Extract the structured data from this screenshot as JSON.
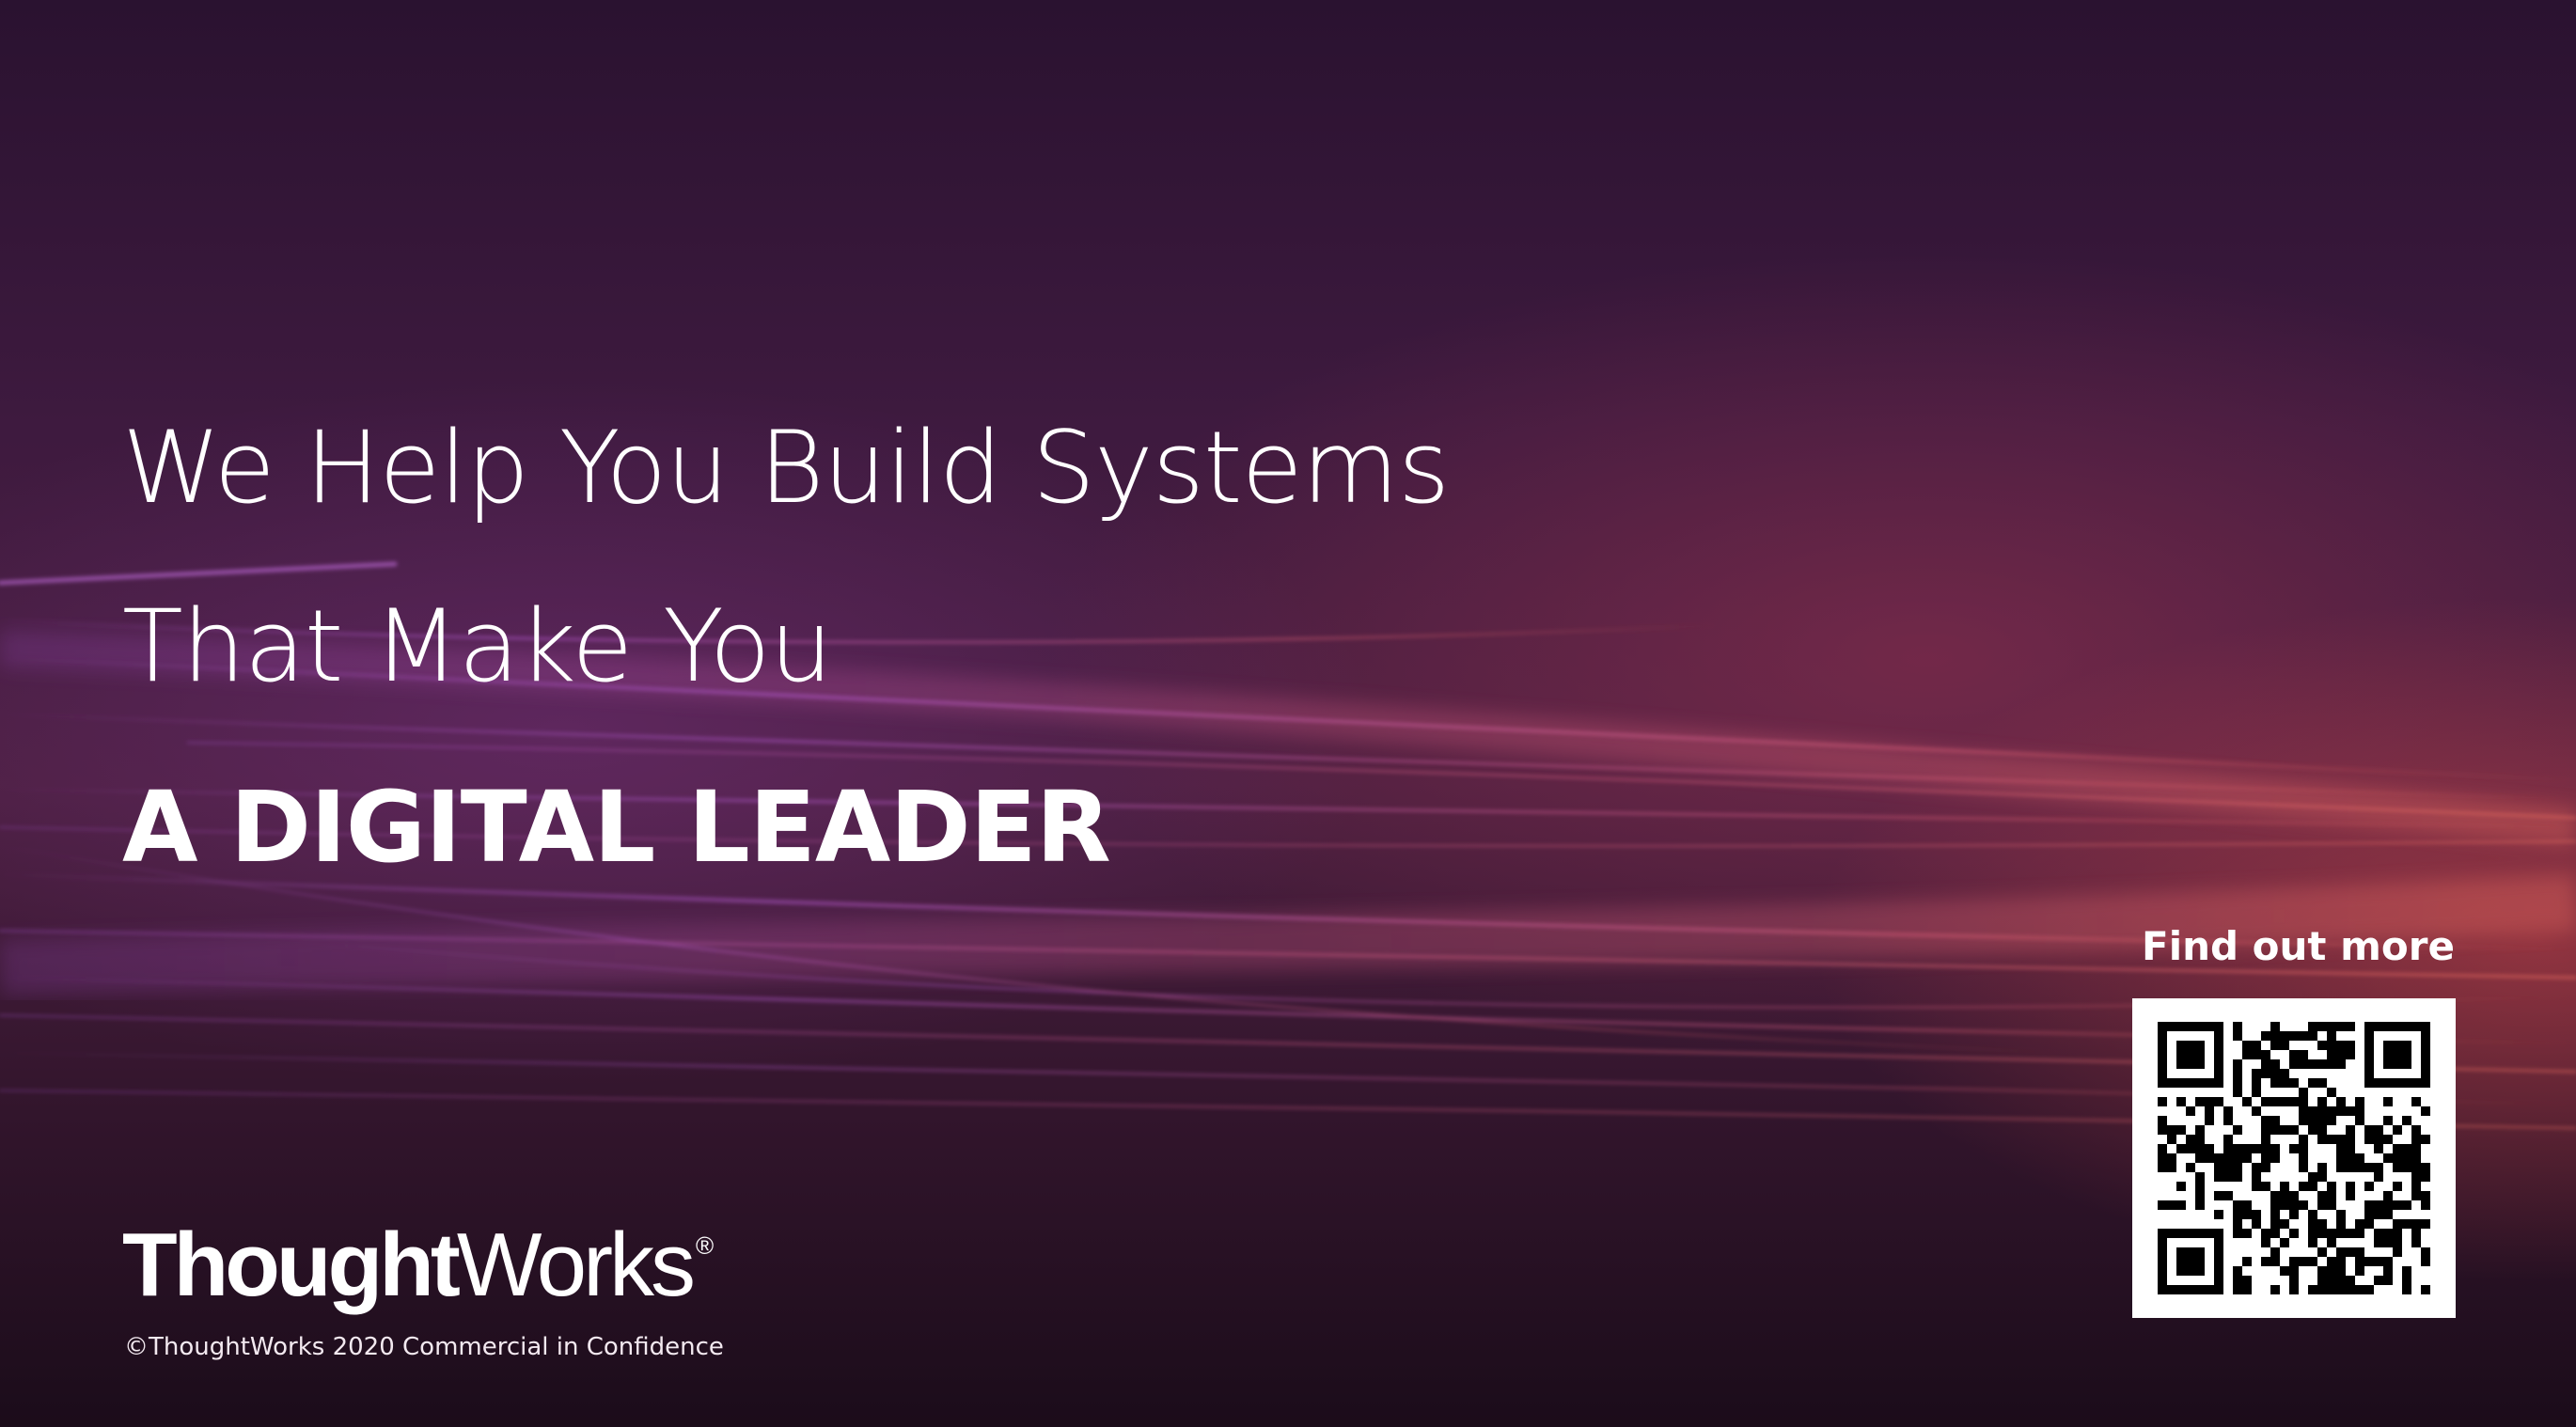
{
  "headline": {
    "line1": "We Help You Build Systems",
    "line2": "That Make You",
    "line3": "A DIGITAL LEADER"
  },
  "brand": {
    "logo_bold": "Thought",
    "logo_regular": "Works",
    "logo_mark": "®",
    "copyright": "©ThoughtWorks 2020 Commercial in Confidence"
  },
  "cta": {
    "label": "Find out more",
    "qr_icon": "qr-code-icon"
  },
  "colors": {
    "text": "#ffffff",
    "accent_red": "#d64a48",
    "accent_purple": "#7a3282",
    "background_dark": "#1d0f22"
  }
}
